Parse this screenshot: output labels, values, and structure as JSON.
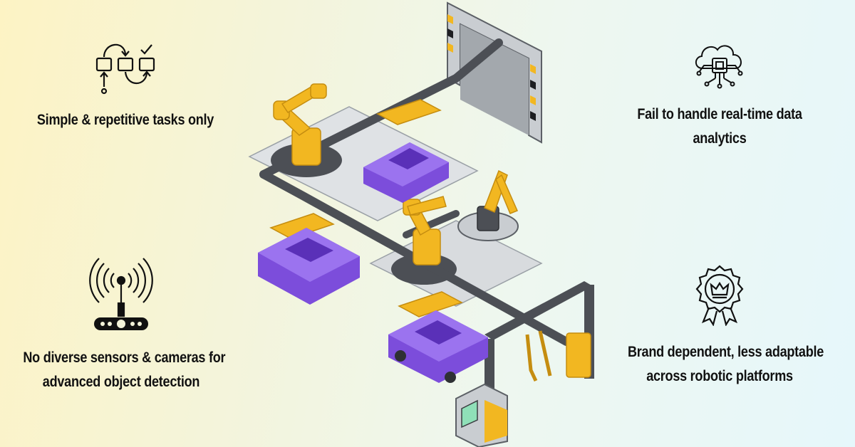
{
  "features": [
    {
      "icon": "workflow-process-icon",
      "label": "Simple & repetitive tasks only"
    },
    {
      "icon": "cloud-chip-icon",
      "label_lines": [
        "Fail to handle real-time data",
        "analytics"
      ]
    },
    {
      "icon": "wireless-sensor-icon",
      "label_lines": [
        "No diverse sensors & cameras for",
        "advanced object detection"
      ]
    },
    {
      "icon": "award-badge-icon",
      "label_lines": [
        "Brand dependent, less adaptable",
        "across robotic platforms"
      ]
    }
  ],
  "colors": {
    "robot_yellow": "#f2b721",
    "car_purple": "#7c4ddb",
    "conveyor_gray": "#4c4f55",
    "panel_gray": "#c9cdd1",
    "background_warm": "#fdf3c4",
    "background_cool": "#e6f7fb"
  }
}
